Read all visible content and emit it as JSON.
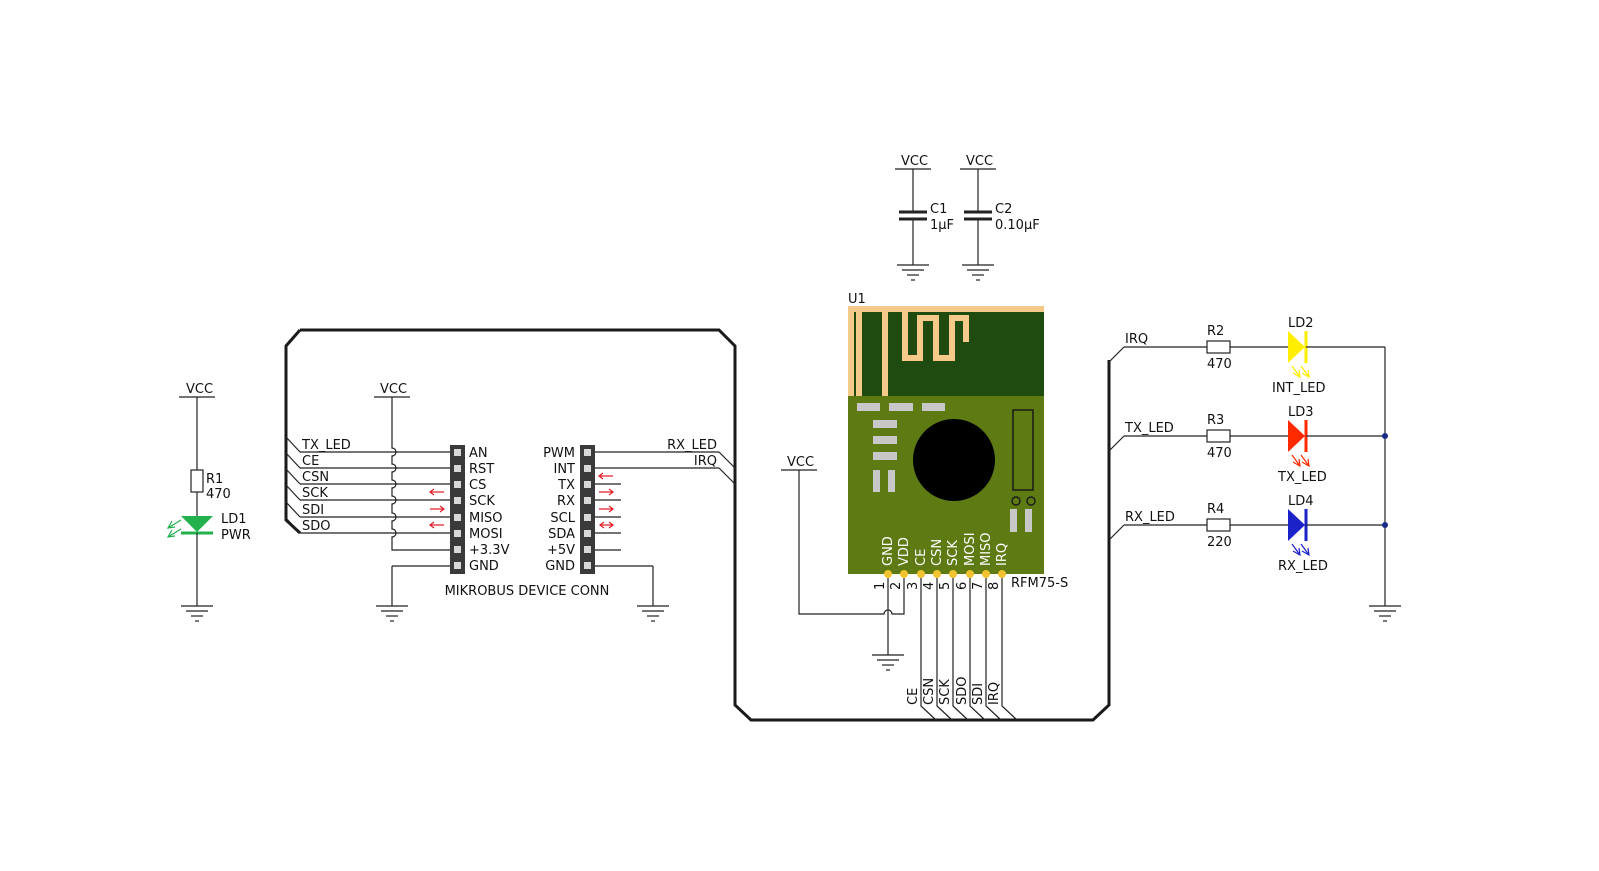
{
  "power_led": {
    "supply": "VCC",
    "resistor": {
      "ref": "R1",
      "value": "470"
    },
    "led": {
      "ref": "LD1",
      "label": "PWR"
    },
    "color": "#22b14c"
  },
  "connector": {
    "title": "MIKROBUS DEVICE CONN",
    "supply": "VCC",
    "left_pins": [
      "AN",
      "RST",
      "CS",
      "SCK",
      "MISO",
      "MOSI",
      "+3.3V",
      "GND"
    ],
    "right_pins": [
      "PWM",
      "INT",
      "TX",
      "RX",
      "SCL",
      "SDA",
      "+5V",
      "GND"
    ],
    "left_nets": [
      "TX_LED",
      "CE",
      "CSN",
      "SCK",
      "SDI",
      "SDO"
    ],
    "right_nets": [
      "RX_LED",
      "IRQ"
    ]
  },
  "decoupling": [
    {
      "supply": "VCC",
      "ref": "C1",
      "value": "1µF"
    },
    {
      "supply": "VCC",
      "ref": "C2",
      "value": "0.10µF"
    }
  ],
  "module": {
    "ref": "U1",
    "part": "RFM75-S",
    "supply": "VCC",
    "pin_names": [
      "GND",
      "VDD",
      "CE",
      "CSN",
      "SCK",
      "MOSI",
      "MISO",
      "IRQ"
    ],
    "pin_numbers": [
      "1",
      "2",
      "3",
      "4",
      "5",
      "6",
      "7",
      "8"
    ],
    "bottom_nets": [
      "CE",
      "CSN",
      "SCK",
      "SDO",
      "SDI",
      "IRQ"
    ]
  },
  "indicator_leds": [
    {
      "net": "IRQ",
      "res_ref": "R2",
      "res_value": "470",
      "led_ref": "LD2",
      "led_label": "INT_LED",
      "color": "#ffee00"
    },
    {
      "net": "TX_LED",
      "res_ref": "R3",
      "res_value": "470",
      "led_ref": "LD3",
      "led_label": "TX_LED",
      "color": "#ff2a00"
    },
    {
      "net": "RX_LED",
      "res_ref": "R4",
      "res_value": "220",
      "led_ref": "LD4",
      "led_label": "RX_LED",
      "color": "#1a22c8"
    }
  ]
}
